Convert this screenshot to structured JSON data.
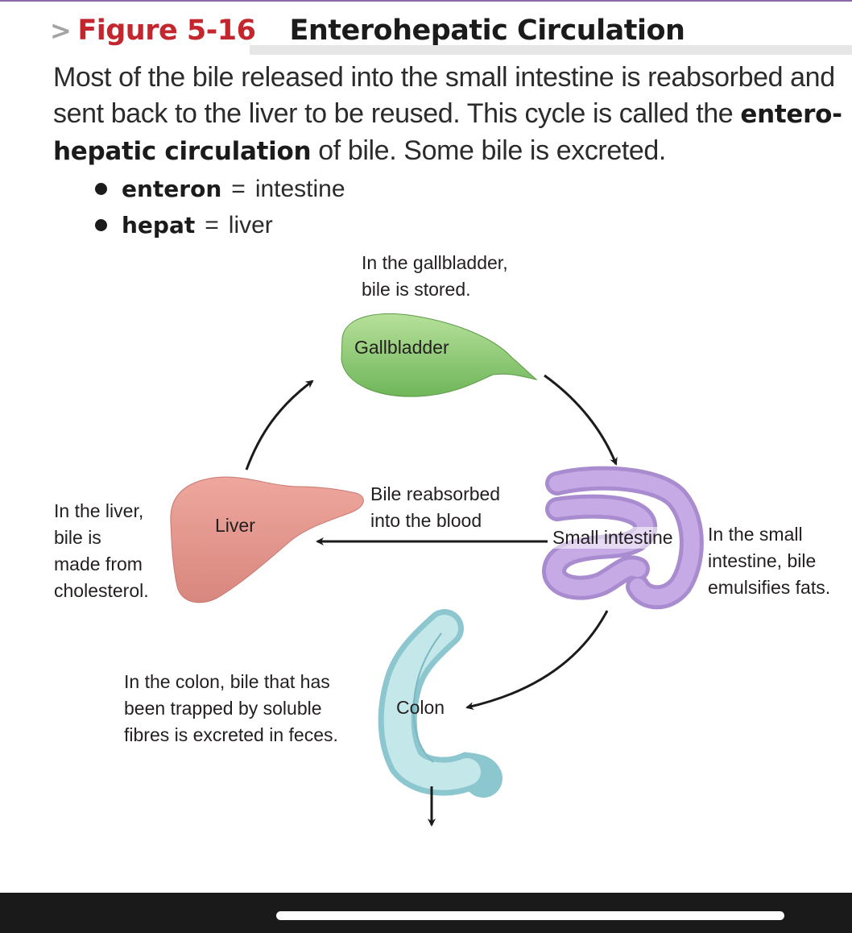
{
  "figure": {
    "marker": ">",
    "number": "Figure 5-16",
    "title": "Enterohepatic Circulation"
  },
  "intro": {
    "part1": "Most of the bile released into the small intestine is reabsorbed and sent back to the liver to be reused. This cycle is called the ",
    "bold": "entero-hepatic circulation",
    "part2": " of bile. Some bile is excreted."
  },
  "definitions": [
    {
      "term": "enteron",
      "equals": "=",
      "meaning": "intestine"
    },
    {
      "term": "hepat",
      "equals": "=",
      "meaning": "liver"
    }
  ],
  "organs": {
    "gallbladder": "Gallbladder",
    "liver": "Liver",
    "small_intestine": "Small intestine",
    "colon": "Colon"
  },
  "captions": {
    "gallbladder": [
      "In the gallbladder,",
      "bile is stored."
    ],
    "liver": [
      "In the liver,",
      "bile is",
      "made from",
      "cholesterol."
    ],
    "small_intestine": [
      "In the small",
      "intestine, bile",
      "emulsifies fats."
    ],
    "colon": [
      "In the colon, bile that has",
      "been trapped by soluble",
      "fibres is excreted in feces."
    ],
    "reabsorbed": [
      "Bile reabsorbed",
      "into the blood"
    ]
  },
  "colors": {
    "figure_number": "#c4262e",
    "gallbladder": "#8cc96f",
    "liver": "#e3958c",
    "small_intestine": "#b79ad6",
    "colon": "#a9dbe0"
  }
}
